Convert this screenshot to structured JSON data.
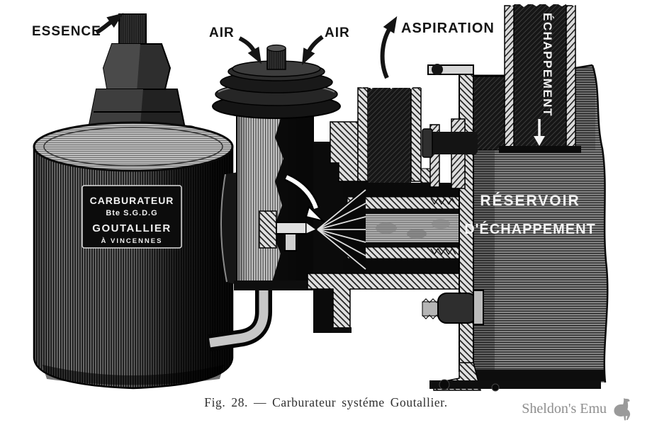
{
  "figure": {
    "callouts": {
      "essence": "ESSENCE",
      "air_left": "AIR",
      "air_right": "AIR",
      "aspiration": "ASPIRATION",
      "echappement": "ÉCHAPPEMENT"
    },
    "reservoir": {
      "line1": "RÉSERVOIR",
      "line2": "D'ÉCHAPPEMENT"
    },
    "nameplate": {
      "line1": "CARBURATEUR",
      "line2": "Bte S.G.D.G",
      "line3": "GOUTALLIER",
      "line4": "À VINCENNES"
    },
    "caption": "Fig. 28. — Carburateur systéme Goutallier.",
    "watermark": "Sheldon's Emu",
    "colors": {
      "ink": "#151515",
      "paper": "#ffffff",
      "watermark_gray": "#8e8e8e"
    }
  }
}
